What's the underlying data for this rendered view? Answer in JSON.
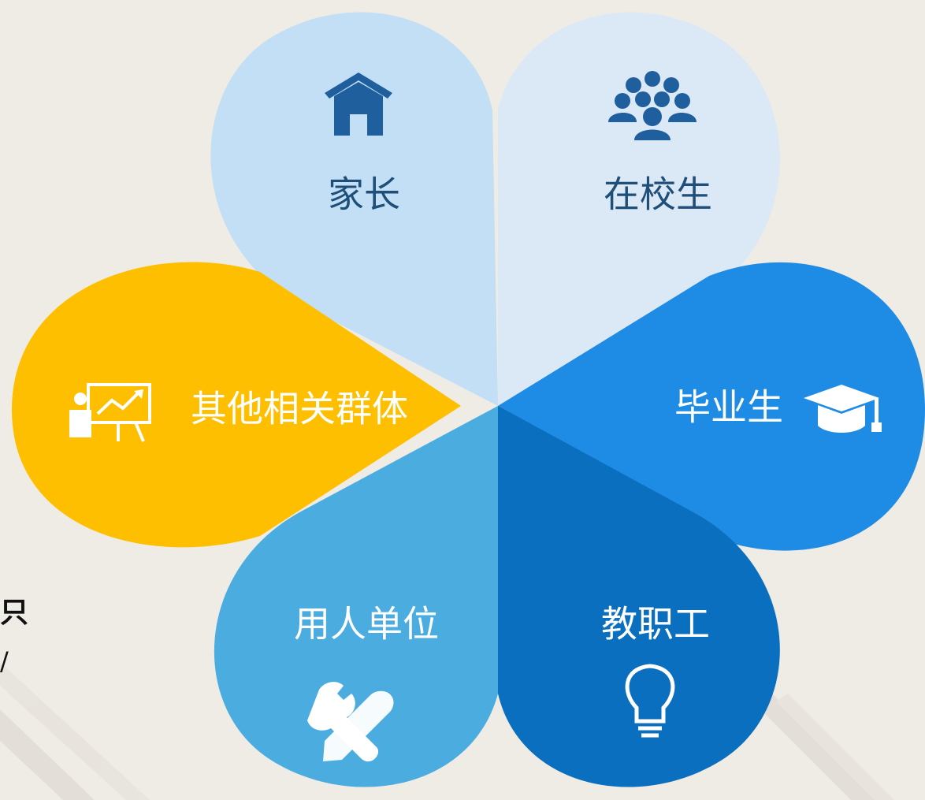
{
  "colors": {
    "background": "#efece6",
    "parents": "#c2dff5",
    "students": "#dbe8f6",
    "graduates": "#1e8be4",
    "staff": "#0b6fbf",
    "employers": "#4bace0",
    "others": "#fdbf00",
    "icon_dark": "#1f5f9e",
    "icon_light": "#ffffff"
  },
  "petals": {
    "parents": {
      "label": "家长",
      "icon": "house-icon"
    },
    "students": {
      "label": "在校生",
      "icon": "group-people-icon"
    },
    "graduates": {
      "label": "毕业生",
      "icon": "graduation-cap-icon"
    },
    "staff": {
      "label": "教职工",
      "icon": "light-bulb-icon"
    },
    "employers": {
      "label": "用人单位",
      "icon": "wrench-screwdriver-icon"
    },
    "others": {
      "label": "其他相关群体",
      "icon": "presenter-chart-icon"
    }
  },
  "side": {
    "fragment_1": "只",
    "fragment_2": "/"
  }
}
